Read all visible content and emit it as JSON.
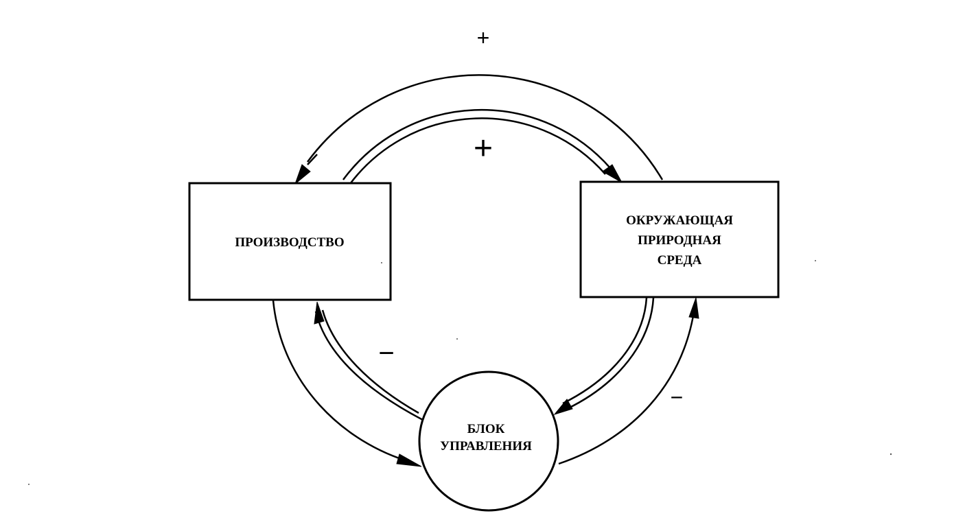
{
  "nodes": {
    "production": {
      "label": "ПРОИЗВОДСТВО"
    },
    "environment": {
      "lines": [
        "ОКРУЖАЮЩАЯ",
        "ПРИРОДНАЯ",
        "СРЕДА"
      ]
    },
    "control": {
      "lines": [
        "БЛОК",
        "УПРАВЛЕНИЯ"
      ]
    }
  },
  "signs": {
    "outer_top": "+",
    "inner_top": "+",
    "inner_left": "−",
    "outer_right": "−"
  }
}
